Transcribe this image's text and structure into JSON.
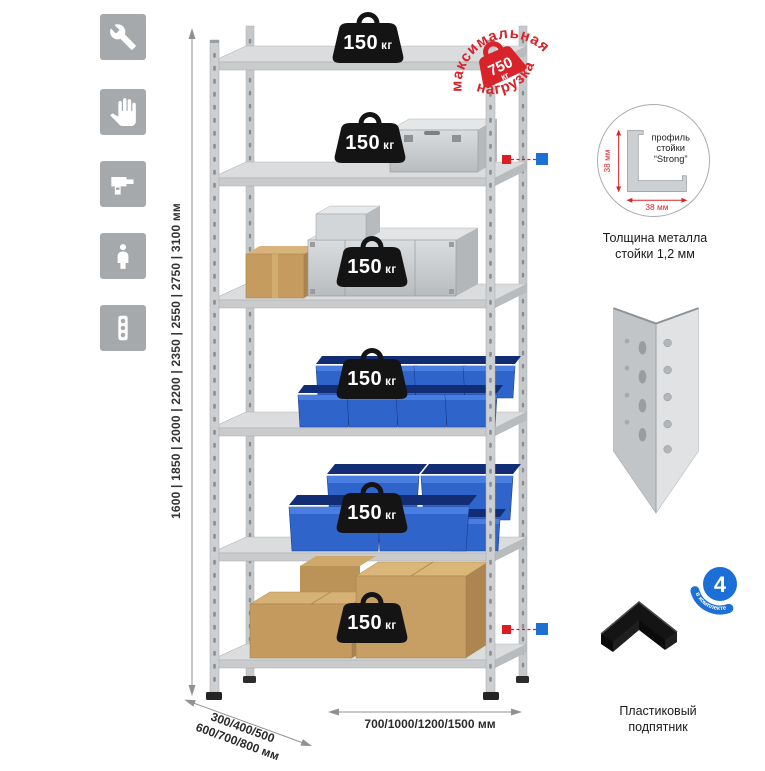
{
  "colors": {
    "accent_red": "#da2128",
    "accent_blue": "#1e6fd2",
    "badge_black": "#141414",
    "bin_blue": "#2f64ca",
    "cardboard": "#c79e63",
    "metal_gray": "#d7d9db",
    "icon_gray": "#a6a9ac"
  },
  "feature_icons": [
    {
      "name": "wrench"
    },
    {
      "name": "gloves"
    },
    {
      "name": "drill"
    },
    {
      "name": "person-height"
    },
    {
      "name": "power-strip"
    }
  ],
  "load_badges": [
    {
      "value": "150",
      "unit": "кг"
    },
    {
      "value": "150",
      "unit": "кг"
    },
    {
      "value": "150",
      "unit": "кг"
    },
    {
      "value": "150",
      "unit": "кг"
    },
    {
      "value": "150",
      "unit": "кг"
    },
    {
      "value": "150",
      "unit": "кг"
    }
  ],
  "max_load_stamp": {
    "arc_top": "максимальная",
    "arc_bottom": "нагрузка",
    "value": "750",
    "unit": "кг"
  },
  "profile_callout": {
    "label_lines": [
      "профиль",
      "стойки",
      "“Strong”"
    ],
    "dim_side": "38 мм",
    "dim_bottom": "38 мм",
    "caption_line1": "Толщина металла",
    "caption_line2": "стойки 1,2 мм"
  },
  "foot_callout": {
    "badge_value": "4",
    "badge_label": "в комплекте",
    "caption_line1": "Пластиковый",
    "caption_line2": "подпятник"
  },
  "dimensions": {
    "height": "1600 | 1850 | 2000 | 2200 | 2350 | 2550 | 2750 | 3100 мм",
    "depth_line1": "300/400/500",
    "depth_line2": "600/700/800 мм",
    "width": "700/1000/1200/1500 мм"
  }
}
